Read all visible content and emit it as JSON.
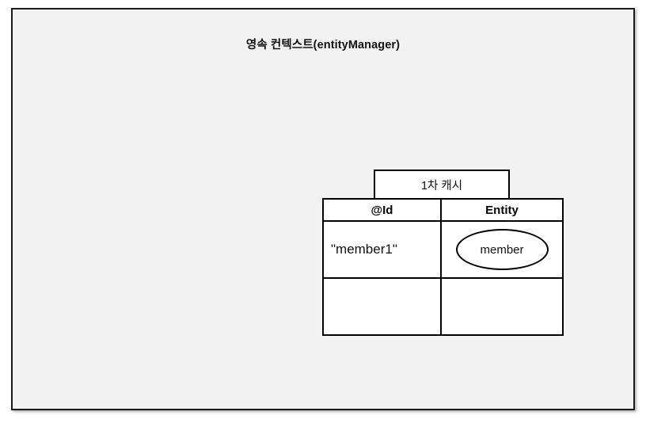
{
  "diagram": {
    "title": "영속 컨텍스트(entityManager)",
    "background_color": "#f2f2f2",
    "border_color": "#1a1a1a",
    "cache": {
      "tab_label": "1차 캐시",
      "columns": [
        {
          "key": "id",
          "header": "@Id"
        },
        {
          "key": "entity",
          "header": "Entity"
        }
      ],
      "rows": [
        {
          "id": "\"member1\"",
          "entity": "member",
          "entity_shape": "ellipse"
        },
        {
          "id": "",
          "entity": "",
          "entity_shape": "none"
        }
      ]
    }
  }
}
